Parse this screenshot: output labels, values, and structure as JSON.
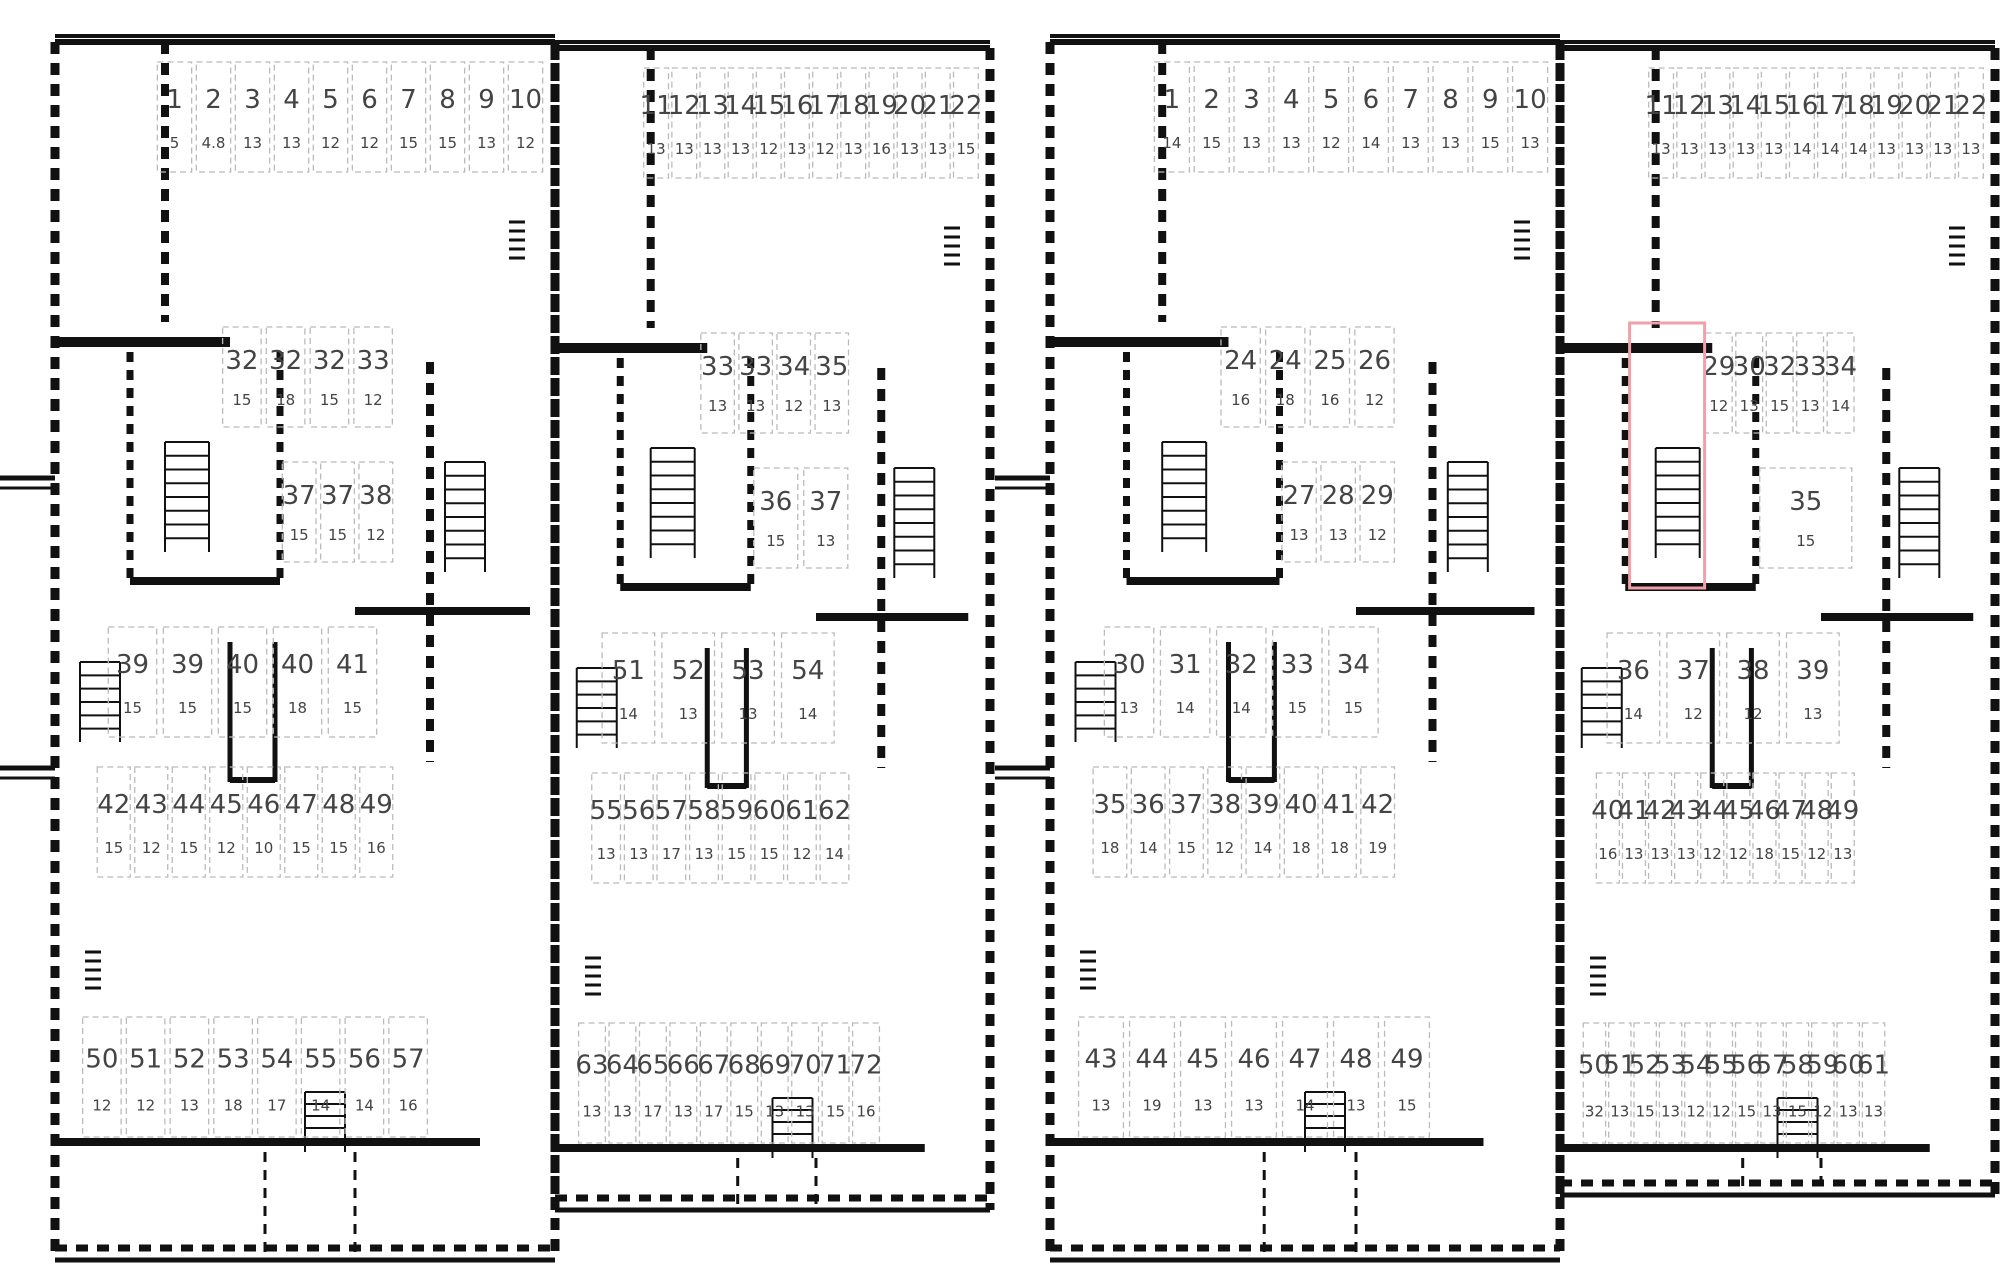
{
  "title": "",
  "colors": {
    "background": "#ffffff",
    "wall": "#111111",
    "space_outline": "#bbbbbb",
    "label": "#444444",
    "highlight": "#f0a0a8"
  },
  "highlight": {
    "sheet": 1,
    "building": 1,
    "label": "30"
  },
  "sheets": [
    {
      "buildings": [
        {
          "row1": {
            "main": [
              "1",
              "2",
              "3",
              "4",
              "5",
              "6",
              "7",
              "8",
              "9",
              "10"
            ],
            "sub": [
              "5",
              "4.8",
              "13",
              "13",
              "12",
              "12",
              "15",
              "15",
              "13",
              "12"
            ]
          },
          "row2": {
            "main": [
              "32",
              "32",
              "32",
              "33"
            ],
            "sub": [
              "15",
              "18",
              "15",
              "12"
            ]
          },
          "row3": {
            "main": [
              "37",
              "37",
              "38"
            ],
            "sub": [
              "15",
              "15",
              "12"
            ]
          },
          "row4": {
            "main": [
              "39",
              "39",
              "40",
              "40",
              "41"
            ],
            "sub": [
              "15",
              "15",
              "15",
              "18",
              "15"
            ]
          },
          "row5": {
            "main": [
              "42",
              "43",
              "44",
              "45",
              "46",
              "47",
              "48",
              "49"
            ],
            "sub": [
              "15",
              "12",
              "15",
              "12",
              "10",
              "15",
              "15",
              "16"
            ]
          },
          "row6": {
            "main": [
              "50",
              "51",
              "52",
              "53",
              "54",
              "55",
              "56",
              "57"
            ],
            "sub": [
              "12",
              "12",
              "13",
              "18",
              "17",
              "14",
              "14",
              "16"
            ]
          }
        },
        {
          "row1": {
            "main": [
              "11",
              "12",
              "13",
              "14",
              "15",
              "16",
              "17",
              "18",
              "19",
              "20",
              "21",
              "22"
            ],
            "sub": [
              "13",
              "13",
              "13",
              "13",
              "12",
              "13",
              "12",
              "13",
              "16",
              "13",
              "13",
              "15"
            ]
          },
          "row2": {
            "main": [
              "33",
              "33",
              "34",
              "35"
            ],
            "sub": [
              "13",
              "13",
              "12",
              "13"
            ]
          },
          "row3": {
            "main": [
              "36",
              "37"
            ],
            "sub": [
              "15",
              "13"
            ]
          },
          "row4": {
            "main": [
              "51",
              "52",
              "53",
              "54"
            ],
            "sub": [
              "14",
              "13",
              "13",
              "14"
            ]
          },
          "row5": {
            "main": [
              "55",
              "56",
              "57",
              "58",
              "59",
              "60",
              "61",
              "62"
            ],
            "sub": [
              "13",
              "13",
              "17",
              "13",
              "15",
              "15",
              "12",
              "14"
            ]
          },
          "row6": {
            "main": [
              "63",
              "64",
              "65",
              "66",
              "67",
              "68",
              "69",
              "70",
              "71",
              "72"
            ],
            "sub": [
              "13",
              "13",
              "17",
              "13",
              "17",
              "15",
              "13",
              "13",
              "15",
              "16"
            ]
          }
        }
      ]
    },
    {
      "buildings": [
        {
          "row1": {
            "main": [
              "1",
              "2",
              "3",
              "4",
              "5",
              "6",
              "7",
              "8",
              "9",
              "10"
            ],
            "sub": [
              "14",
              "15",
              "13",
              "13",
              "12",
              "14",
              "13",
              "13",
              "15",
              "13"
            ]
          },
          "row2": {
            "main": [
              "24",
              "24",
              "25",
              "26"
            ],
            "sub": [
              "16",
              "18",
              "16",
              "12"
            ]
          },
          "row3": {
            "main": [
              "27",
              "28",
              "29"
            ],
            "sub": [
              "13",
              "13",
              "12"
            ]
          },
          "row4": {
            "main": [
              "30",
              "31",
              "32",
              "33",
              "34"
            ],
            "sub": [
              "13",
              "14",
              "14",
              "15",
              "15"
            ]
          },
          "row5": {
            "main": [
              "35",
              "36",
              "37",
              "38",
              "39",
              "40",
              "41",
              "42"
            ],
            "sub": [
              "18",
              "14",
              "15",
              "12",
              "14",
              "18",
              "18",
              "19"
            ]
          },
          "row6": {
            "main": [
              "43",
              "44",
              "45",
              "46",
              "47",
              "48",
              "49"
            ],
            "sub": [
              "13",
              "19",
              "13",
              "13",
              "14",
              "13",
              "15"
            ]
          }
        },
        {
          "row1": {
            "main": [
              "11",
              "12",
              "13",
              "14",
              "15",
              "16",
              "17",
              "18",
              "19",
              "20",
              "21",
              "22"
            ],
            "sub": [
              "13",
              "13",
              "13",
              "13",
              "13",
              "14",
              "14",
              "14",
              "13",
              "13",
              "13",
              "13"
            ]
          },
          "row2": {
            "main": [
              "29",
              "30",
              "32",
              "33",
              "34"
            ],
            "sub": [
              "12",
              "13",
              "15",
              "13",
              "14"
            ]
          },
          "row3": {
            "main": [
              "35"
            ],
            "sub": [
              "15"
            ]
          },
          "row4": {
            "main": [
              "36",
              "37",
              "38",
              "39"
            ],
            "sub": [
              "14",
              "12",
              "12",
              "13"
            ]
          },
          "row5": {
            "main": [
              "40",
              "41",
              "42",
              "43",
              "44",
              "45",
              "46",
              "47",
              "48",
              "49"
            ],
            "sub": [
              "16",
              "13",
              "13",
              "13",
              "12",
              "12",
              "18",
              "15",
              "12",
              "13"
            ]
          },
          "row6": {
            "main": [
              "50",
              "51",
              "52",
              "53",
              "54",
              "55",
              "56",
              "57",
              "58",
              "59",
              "60",
              "61"
            ],
            "sub": [
              "32",
              "13",
              "15",
              "13",
              "12",
              "12",
              "15",
              "13",
              "15",
              "12",
              "13",
              "13"
            ]
          }
        }
      ]
    }
  ]
}
